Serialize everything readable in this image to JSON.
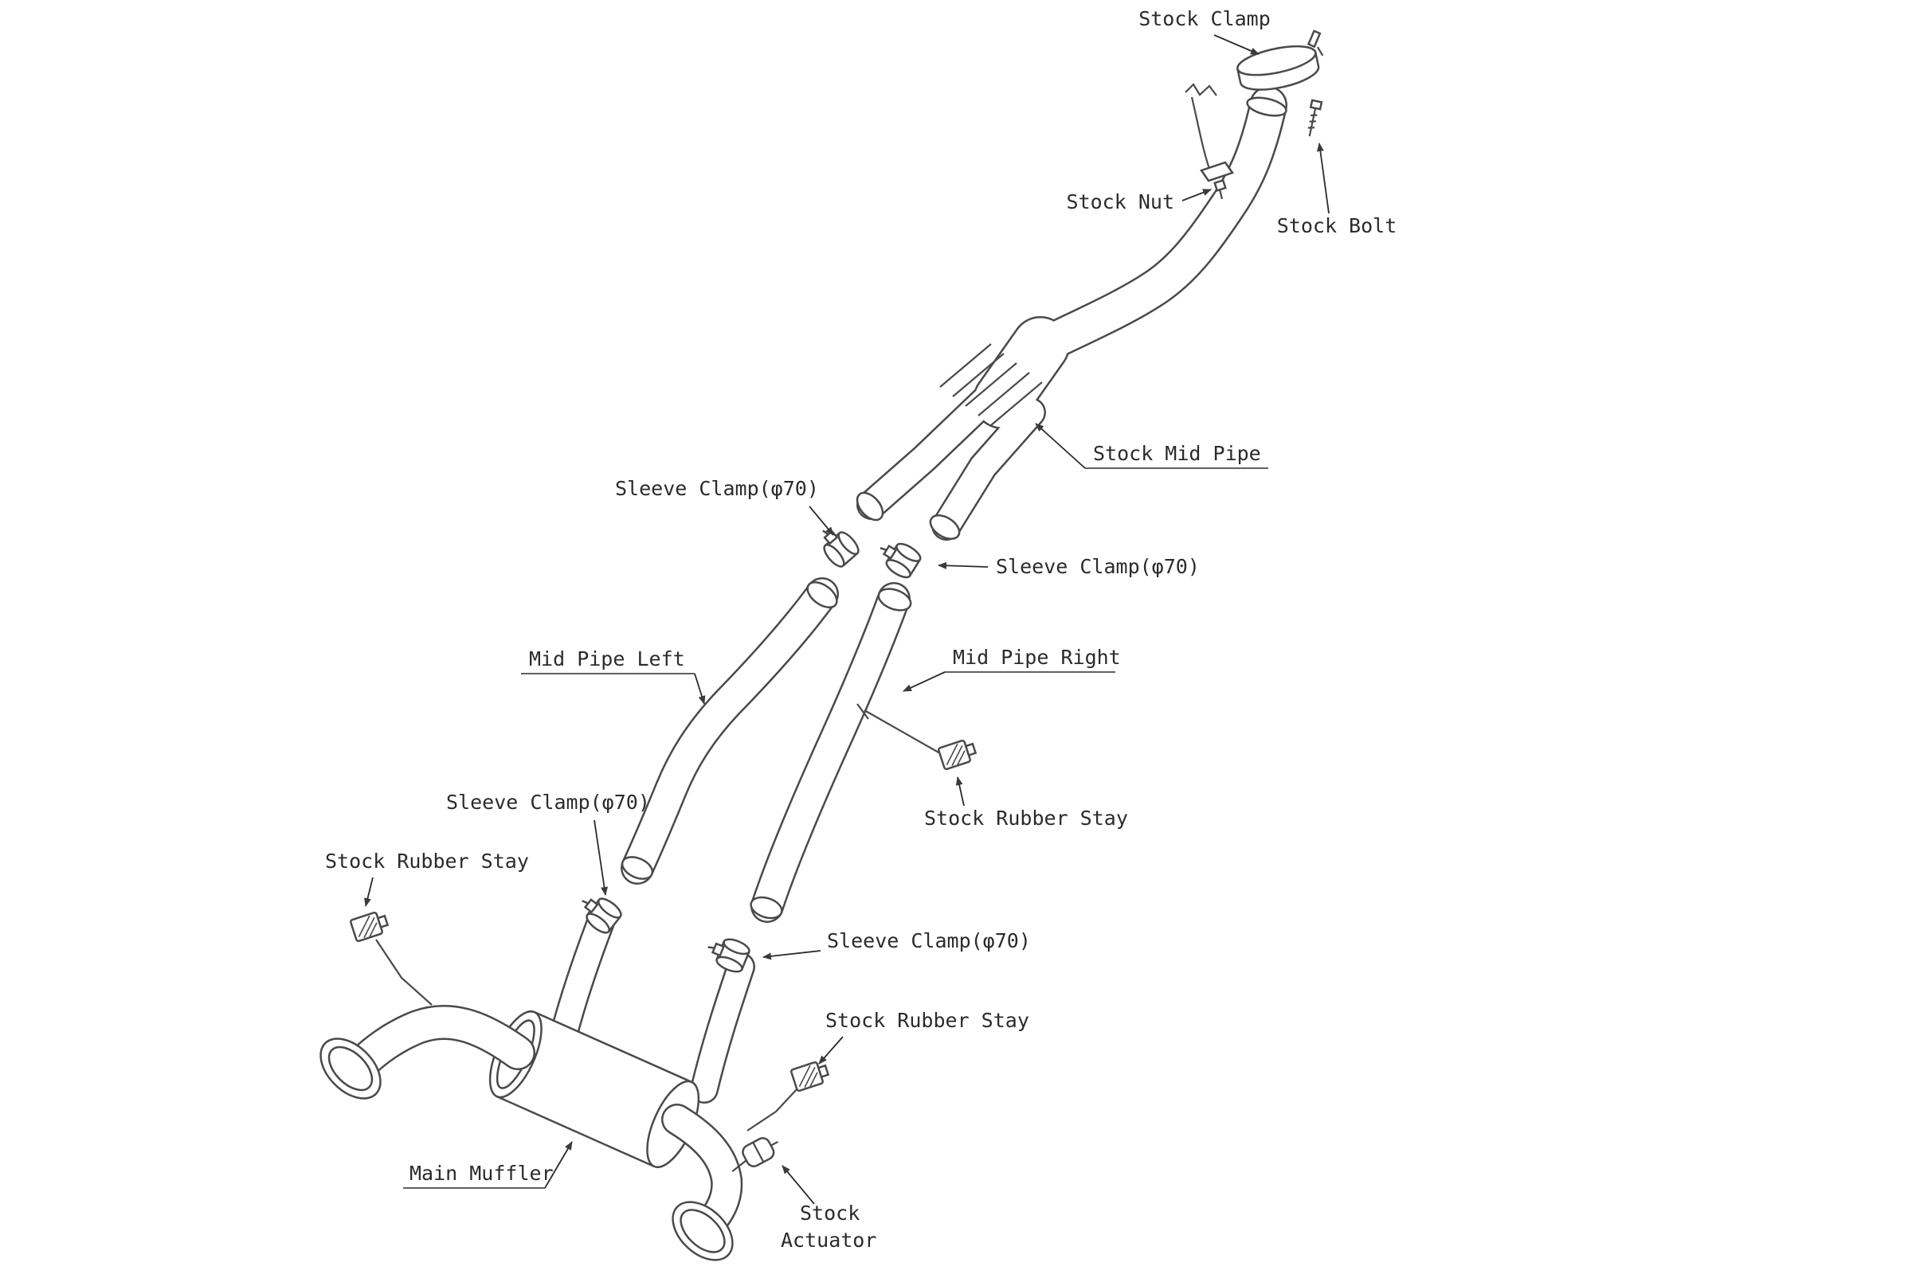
{
  "diagram": {
    "type": "exploded-parts-diagram",
    "subject": "exhaust system installation diagram",
    "colors": {
      "background": "#ffffff",
      "line": "#4a4a4a",
      "text": "#2b2b2b"
    },
    "labels": {
      "stock_clamp": "Stock Clamp",
      "stock_nut": "Stock Nut",
      "stock_bolt": "Stock Bolt",
      "stock_mid_pipe": "Stock Mid Pipe",
      "sleeve_clamp_upper_left": "Sleeve Clamp(φ70)",
      "sleeve_clamp_upper_right": "Sleeve Clamp(φ70)",
      "mid_pipe_left": "Mid Pipe Left",
      "mid_pipe_right": "Mid Pipe Right",
      "stock_rubber_stay_right": "Stock Rubber Stay",
      "sleeve_clamp_left": "Sleeve Clamp(φ70)",
      "stock_rubber_stay_left": "Stock Rubber Stay",
      "sleeve_clamp_lower": "Sleeve Clamp(φ70)",
      "stock_rubber_stay_lower": "Stock Rubber Stay",
      "main_muffler": "Main Muffler",
      "stock_actuator_line1": "Stock",
      "stock_actuator_line2": "Actuator"
    }
  }
}
